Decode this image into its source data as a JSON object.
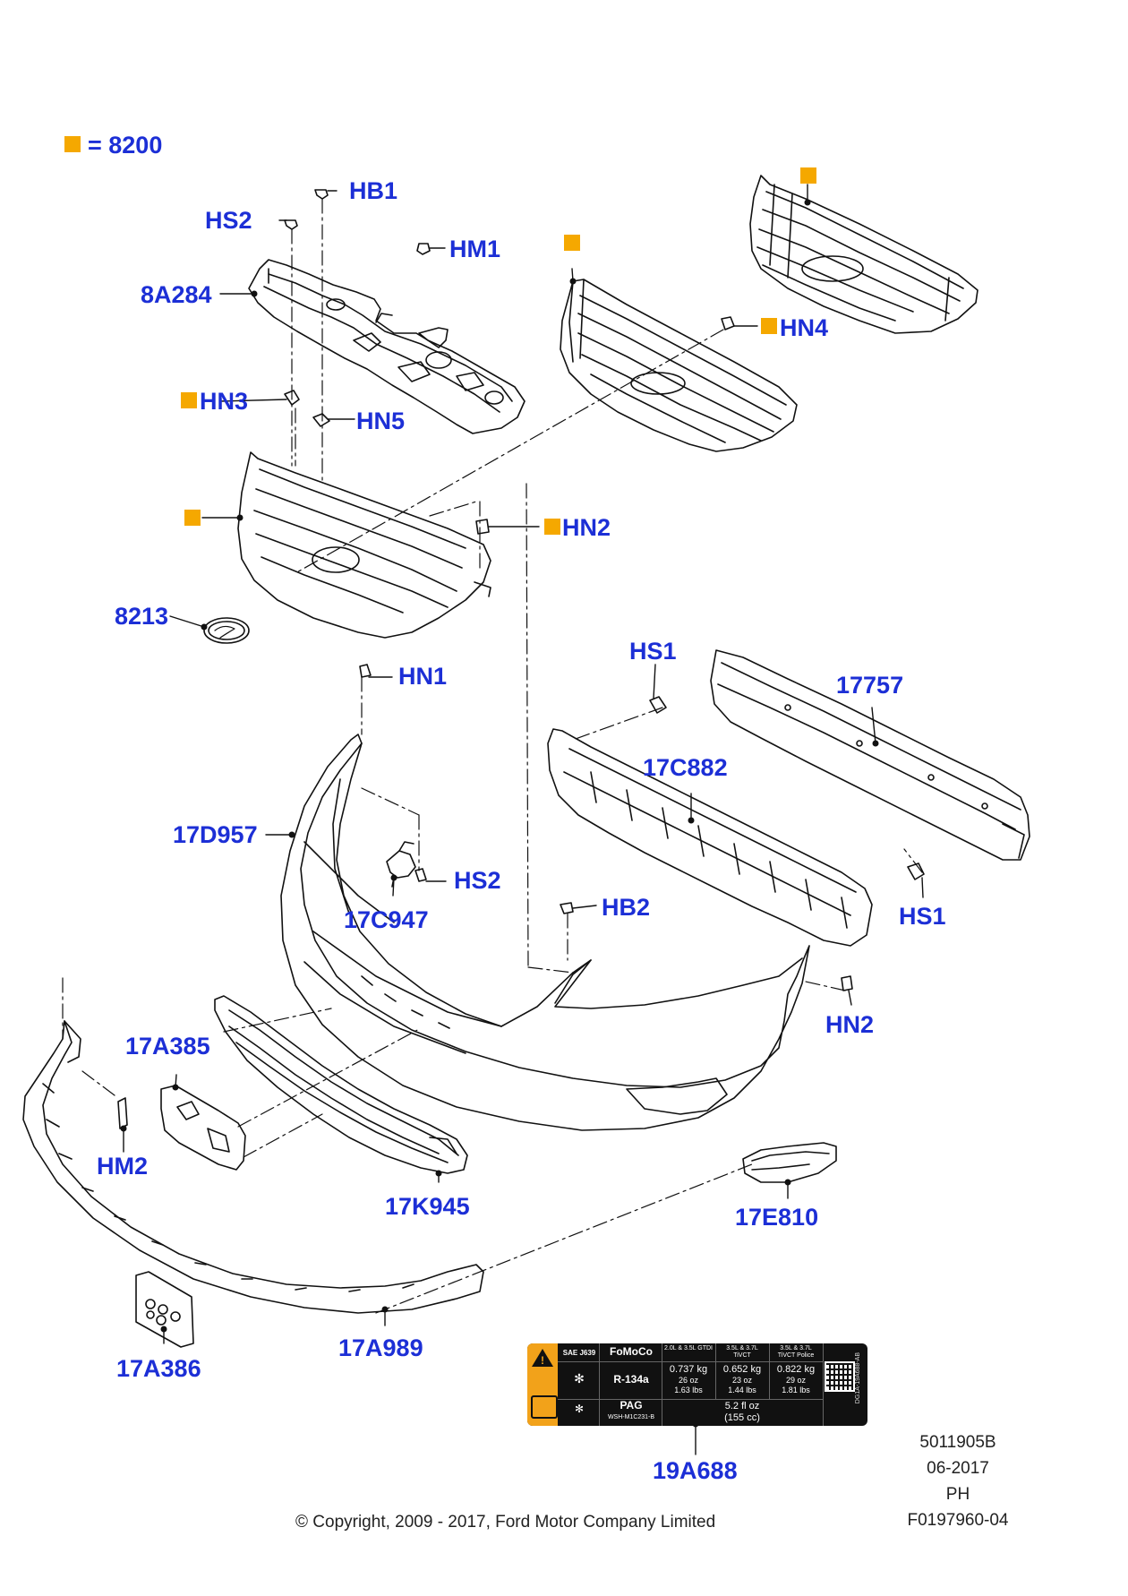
{
  "legend": {
    "equals_text": "= 8200",
    "marker_color": "#f5a800"
  },
  "colors": {
    "label": "#1c2fd6",
    "line": "#111111",
    "marker": "#f5a800",
    "decal_bg": "#111111",
    "decal_accent": "#f2a21a"
  },
  "labels": {
    "HB1": "HB1",
    "HS2_top": "HS2",
    "HM1": "HM1",
    "8A284": "8A284",
    "HN3": "HN3",
    "HN5": "HN5",
    "HN4": "HN4",
    "HN2_top": "HN2",
    "8213": "8213",
    "HS1_top": "HS1",
    "17757": "17757",
    "HN1": "HN1",
    "17C882": "17C882",
    "17D957": "17D957",
    "HS2_mid": "HS2",
    "17C947": "17C947",
    "HB2": "HB2",
    "HS1_bottom": "HS1",
    "HN2_bottom": "HN2",
    "17A385": "17A385",
    "HM2": "HM2",
    "17K945": "17K945",
    "17E810": "17E810",
    "17A989": "17A989",
    "17A386": "17A386",
    "19A688": "19A688"
  },
  "decal": {
    "standard": "SAE J639",
    "brand": "FoMoCo",
    "col1_header": "2.0L & 3.5L GTDI",
    "col2_header": "3.5L & 3.7L TiVCT",
    "col3_header": "3.5L & 3.7L TiVCT Police",
    "refrigerant": "R-134a",
    "col1_value": [
      "0.737 kg",
      "26 oz",
      "1.63 lbs"
    ],
    "col2_value": [
      "0.652 kg",
      "23 oz",
      "1.44 lbs"
    ],
    "col3_value": [
      "0.822 kg",
      "29 oz",
      "1.81 lbs"
    ],
    "oil": "PAG",
    "oil_spec": "WSH-M1C231-B",
    "oil_amount": [
      "5.2 fl oz",
      "(155 cc)"
    ],
    "part_ref": "DG1A-19A688-AB"
  },
  "meta": {
    "doc_number": "5011905B",
    "date": "06-2017",
    "region": "PH",
    "figure_id": "F0197960-04"
  },
  "copyright": "© Copyright, 2009 - 2017, Ford Motor Company Limited"
}
